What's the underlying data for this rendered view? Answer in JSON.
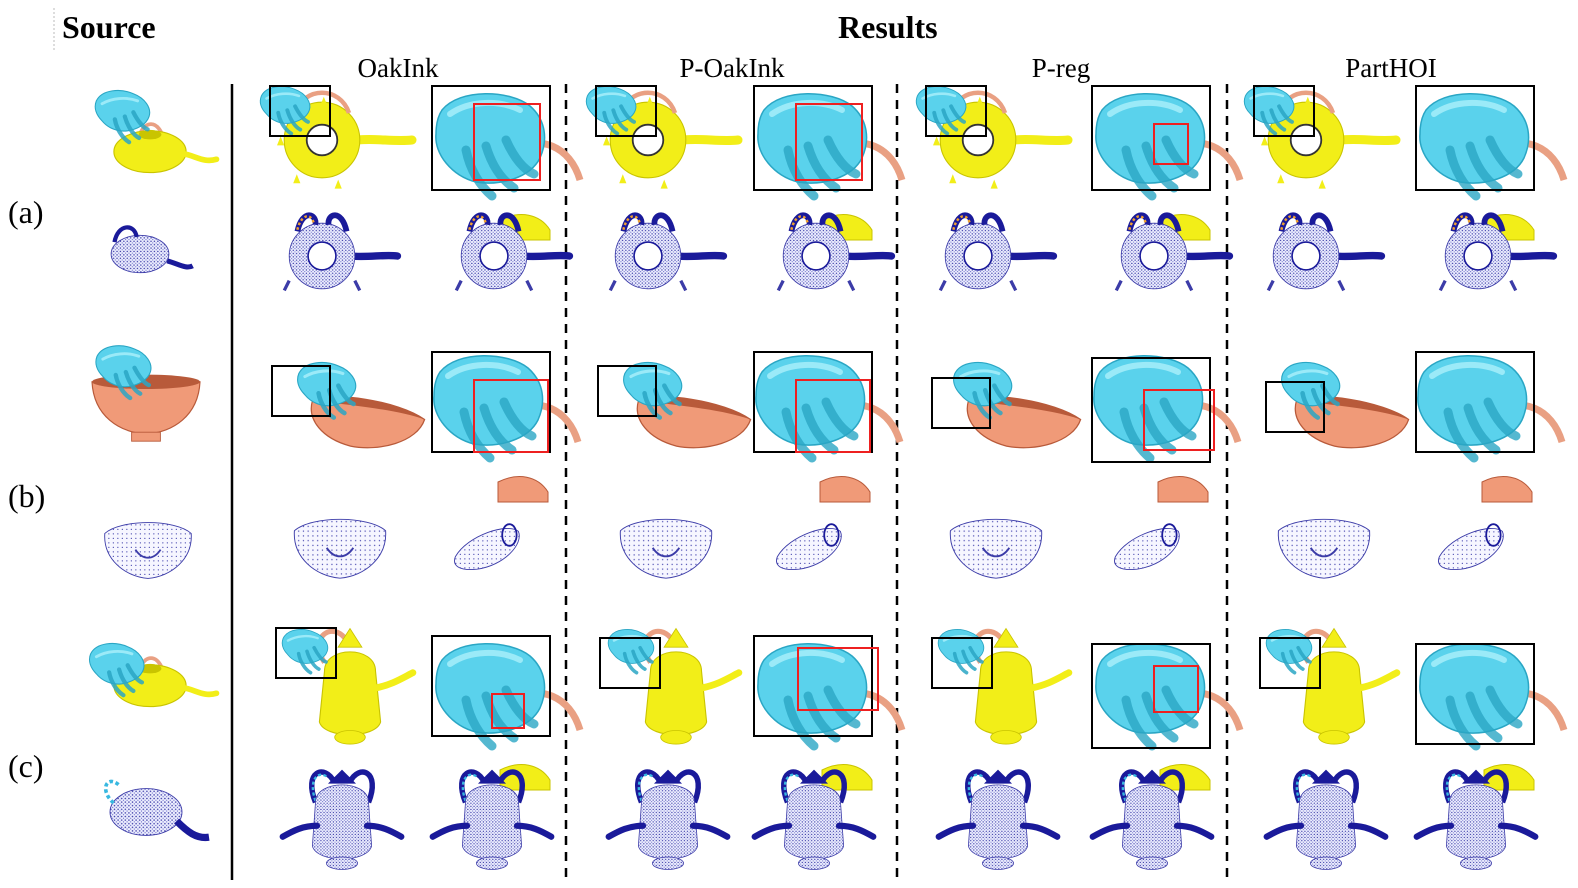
{
  "header": {
    "source_label": "Source",
    "results_label": "Results"
  },
  "methods": [
    "OakInk",
    "P-OakInk",
    "P-reg",
    "PartHOI"
  ],
  "rows": [
    "(a)",
    "(b)",
    "(c)"
  ],
  "colors": {
    "hand": "#5ad2ec",
    "hand_dark": "#2aa6c4",
    "teapot": "#f2ee18",
    "teapot_dark": "#c9c400",
    "bowl": "#f09a78",
    "bowl_dark": "#b85a3a",
    "handle": "#e9a083",
    "pointcloud": "#3c3ca8",
    "pointcloud_dark": "#1a1a9a",
    "zoom_box": "#000000",
    "detail_box": "#ee2020"
  }
}
